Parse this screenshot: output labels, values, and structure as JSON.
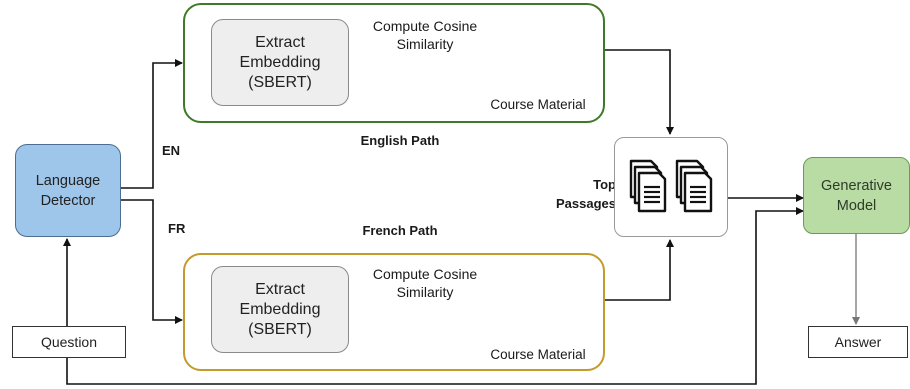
{
  "nodes": {
    "language_detector": "Language\nDetector",
    "question": "Question",
    "generative_model": "Generative\nModel",
    "answer": "Answer"
  },
  "english_path": {
    "title": "English Path",
    "branch_label": "EN",
    "embed_box": "Extract\nEmbedding\n(SBERT)",
    "similarity_label": "Compute Cosine\nSimilarity",
    "db_label": "Course Material",
    "border_color": "#3f7a28"
  },
  "french_path": {
    "title": "French Path",
    "branch_label": "FR",
    "embed_box": "Extract\nEmbedding\n(SBERT)",
    "similarity_label": "Compute Cosine\nSimilarity",
    "db_label": "Course Material",
    "border_color": "#c49a2c"
  },
  "top_passages": {
    "label": "Top\nPassages",
    "icon": "documents-icon"
  },
  "colors": {
    "detector_fill": "#9ec5ea",
    "detector_border": "#4a6d91",
    "model_fill": "#b9dca4",
    "model_border": "#6a9a55",
    "database_blue": "#2f86d8"
  }
}
